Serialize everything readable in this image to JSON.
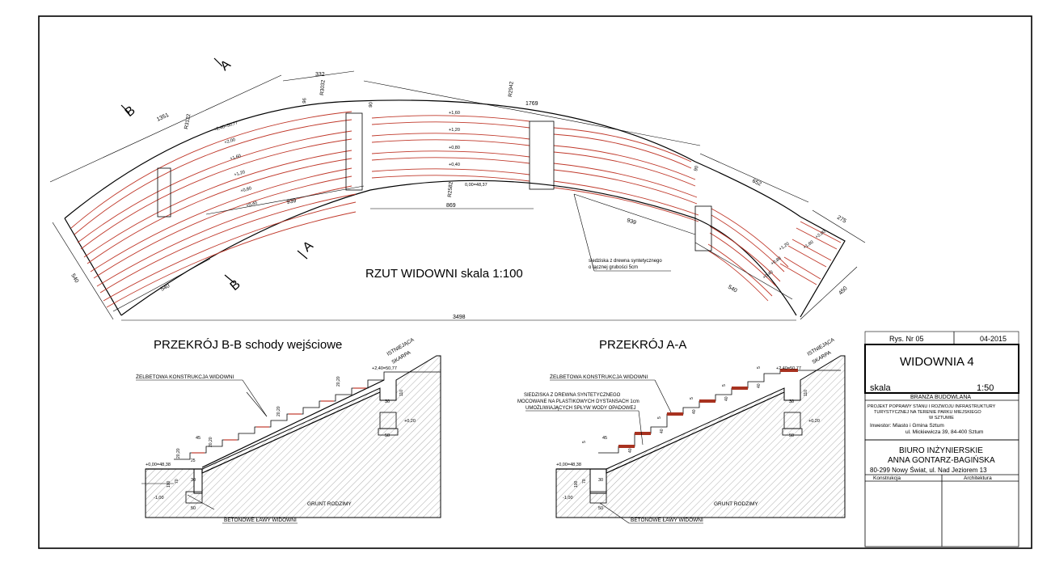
{
  "plan": {
    "title": "RZUT WIDOWNI skala 1:100",
    "section_a_label": "A",
    "section_b_label": "B",
    "elevations": [
      "+2,40=50,77",
      "+2,00",
      "+1,60",
      "+1,20",
      "+0,80",
      "+0,40",
      "0,00=48,37",
      "+1,60",
      "+1,20",
      "+0,80",
      "+0,40",
      "+2,00",
      "+1,60",
      "+1,20",
      "+0,80",
      "+0,40"
    ],
    "dims": {
      "d1351": "1351",
      "d332": "332",
      "d1769": "1769",
      "d652": "652",
      "d275": "275",
      "d869": "869",
      "d939a": "939",
      "d939b": "939",
      "d540a": "540",
      "d540b": "540",
      "d3498": "3498",
      "d540c": "540",
      "d450": "450",
      "d96": "96",
      "d90a": "90",
      "d90b": "90"
    },
    "radii": {
      "r3122": "R3122",
      "r3032": "R3032",
      "r2942": "R2942",
      "r2582": "R2582"
    },
    "note_seat_1": "siedziska z drewna syntetycznego",
    "note_seat_2": "o łącznej grubości 5cm"
  },
  "section_bb": {
    "title": "PRZEKRÓJ B-B schody wejściowe",
    "label_structure": "ŻELBETOWA KONSTRUKCJA WIDOWNI",
    "label_escarp_1": "ISTNIEJĄCA",
    "label_escarp_2": "SKARPA",
    "label_ground": "GRUNT RODZIMY",
    "label_footing": "BETONOWE ŁAWY WIDOWNI",
    "elev_top": "+2,40=50,77",
    "elev_zero": "+0,00=48,38",
    "elev_minus": "-1,00",
    "elev_plus020": "+0,20",
    "dim_45": "45",
    "dim_2020": "20,20",
    "dim_25": "25",
    "dim_30": "30",
    "dim_50": "50",
    "dim_70": "70",
    "dim_100": "100",
    "dim_110": "110"
  },
  "section_aa": {
    "title": "PRZEKRÓJ A-A",
    "label_structure": "ŻELBETOWA KONSTRUKCJA WIDOWNI",
    "label_seat_1": "SIEDZISKA Z DREWNA SYNTETYCZNEGO",
    "label_seat_2": "MOCOWANE NA PLASTIKOWYCH DYSTANSACH 1cm",
    "label_seat_3": "UMOŻLIWIAJĄCYCH SPŁYW WODY OPADOWEJ",
    "label_escarp_1": "ISTNIEJĄCA",
    "label_escarp_2": "SKARPA",
    "label_ground": "GRUNT RODZIMY",
    "label_footing": "BETONOWE ŁAWY WIDOWNI",
    "elev_top": "+2,40=50,77",
    "elev_zero": "+0,00=48,38",
    "elev_minus": "-1,00",
    "elev_plus020": "+0,20",
    "dim_45": "45",
    "dim_40": "40",
    "dim_5": "5",
    "dim_30": "30",
    "dim_50": "50",
    "dim_70": "70",
    "dim_100": "100",
    "dim_110": "110"
  },
  "title_block": {
    "rys": "Rys. Nr 05",
    "date": "04-2015",
    "name": "WIDOWNIA 4",
    "scale_label": "skala",
    "scale_value": "1:50",
    "branch": "BRANŻA BUDOWLANA",
    "project_1": "PROJEKT POPRAWY STANU I ROZWOJU INFRASTRUKTURY",
    "project_2": "TURYSTYCZNEJ NA TERENIE PARKU MIEJSKIEGO",
    "project_3": "W SZTUMIE",
    "investor_1": "Inwestor: Miasto i Gmina Sztum",
    "investor_2": "ul. Mickiewicza 39, 84-400 Sztum",
    "office_1": "BIURO INŻYNIERSKIE",
    "office_2": "ANNA GONTARZ-BAGIŃSKA",
    "office_3": "80-299 Nowy Świat, ul. Nad Jeziorem 13",
    "col_1": "Konstrukcja",
    "col_2": "Architektura"
  }
}
